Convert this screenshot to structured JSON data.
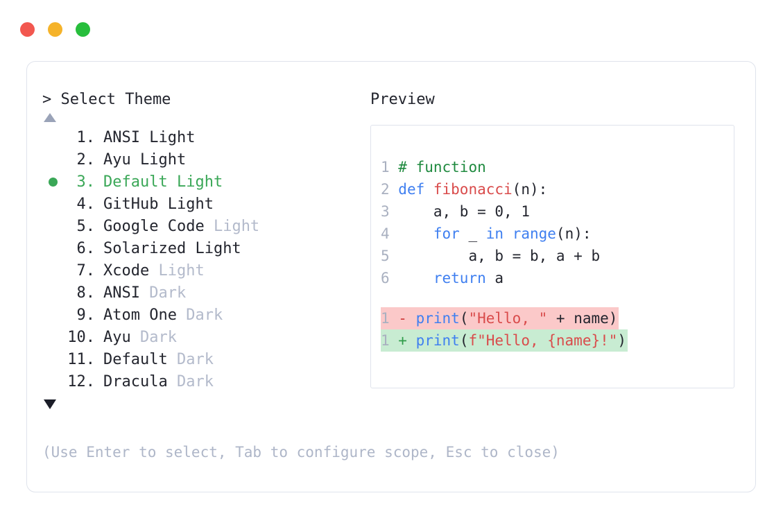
{
  "window": {
    "traffic_lights": [
      {
        "name": "close",
        "color": "#f2574f"
      },
      {
        "name": "minimize",
        "color": "#f5b32a"
      },
      {
        "name": "maximize",
        "color": "#27be3c"
      }
    ]
  },
  "prompt": {
    "symbol": ">",
    "label": "Select Theme",
    "full": "> Select Theme"
  },
  "scroll": {
    "up_arrow": "up-triangle",
    "down_arrow": "down-triangle",
    "up_color": "#9aa3b8",
    "down_color": "#1b1d28"
  },
  "theme_list": {
    "selected_index": 3,
    "selected_color": "#3aa757",
    "muted_color": "#b3bacb",
    "items": [
      {
        "index": "1.",
        "name": "ANSI",
        "variant": "Light",
        "variant_muted": false,
        "selected": false
      },
      {
        "index": "2.",
        "name": "Ayu",
        "variant": "Light",
        "variant_muted": false,
        "selected": false
      },
      {
        "index": "3.",
        "name": "Default",
        "variant": "Light",
        "variant_muted": false,
        "selected": true
      },
      {
        "index": "4.",
        "name": "GitHub",
        "variant": "Light",
        "variant_muted": false,
        "selected": false
      },
      {
        "index": "5.",
        "name": "Google Code",
        "variant": "Light",
        "variant_muted": true,
        "selected": false
      },
      {
        "index": "6.",
        "name": "Solarized",
        "variant": "Light",
        "variant_muted": false,
        "selected": false
      },
      {
        "index": "7.",
        "name": "Xcode",
        "variant": "Light",
        "variant_muted": true,
        "selected": false
      },
      {
        "index": "8.",
        "name": "ANSI",
        "variant": "Dark",
        "variant_muted": true,
        "selected": false
      },
      {
        "index": "9.",
        "name": "Atom One",
        "variant": "Dark",
        "variant_muted": true,
        "selected": false
      },
      {
        "index": "10.",
        "name": "Ayu",
        "variant": "Dark",
        "variant_muted": true,
        "selected": false
      },
      {
        "index": "11.",
        "name": "Default",
        "variant": "Dark",
        "variant_muted": true,
        "selected": false
      },
      {
        "index": "12.",
        "name": "Dracula",
        "variant": "Dark",
        "variant_muted": true,
        "selected": false
      }
    ]
  },
  "footer": {
    "hint": "(Use Enter to select, Tab to configure scope, Esc to close)"
  },
  "preview": {
    "title": "Preview",
    "code_lines": [
      {
        "number": "1",
        "tokens": [
          {
            "text": "# function",
            "style": "comment"
          }
        ]
      },
      {
        "number": "2",
        "tokens": [
          {
            "text": "def ",
            "style": "keyword"
          },
          {
            "text": "fibonacci",
            "style": "func"
          },
          {
            "text": "(n):",
            "style": "plain"
          }
        ]
      },
      {
        "number": "3",
        "tokens": [
          {
            "text": "    a, b = ",
            "style": "plain"
          },
          {
            "text": "0",
            "style": "number"
          },
          {
            "text": ", ",
            "style": "plain"
          },
          {
            "text": "1",
            "style": "number"
          }
        ]
      },
      {
        "number": "4",
        "tokens": [
          {
            "text": "    ",
            "style": "plain"
          },
          {
            "text": "for",
            "style": "keyword"
          },
          {
            "text": " _ ",
            "style": "plain"
          },
          {
            "text": "in",
            "style": "keyword"
          },
          {
            "text": " ",
            "style": "plain"
          },
          {
            "text": "range",
            "style": "builtin"
          },
          {
            "text": "(n):",
            "style": "plain"
          }
        ]
      },
      {
        "number": "5",
        "tokens": [
          {
            "text": "        a, b = b, a + b",
            "style": "plain"
          }
        ]
      },
      {
        "number": "6",
        "tokens": [
          {
            "text": "    ",
            "style": "plain"
          },
          {
            "text": "return",
            "style": "keyword"
          },
          {
            "text": " a",
            "style": "plain"
          }
        ]
      }
    ],
    "diff_lines": [
      {
        "number": "1",
        "marker": "-",
        "kind": "deleted",
        "bg": "#fbc9c9",
        "marker_color": "#d03a3a",
        "tokens": [
          {
            "text": "print",
            "style": "builtin"
          },
          {
            "text": "(",
            "style": "plain"
          },
          {
            "text": "\"Hello, \"",
            "style": "string"
          },
          {
            "text": " + name)",
            "style": "plain"
          }
        ]
      },
      {
        "number": "1",
        "marker": "+",
        "kind": "added",
        "bg": "#c8ecd2",
        "marker_color": "#2f9c49",
        "tokens": [
          {
            "text": "print",
            "style": "builtin"
          },
          {
            "text": "(",
            "style": "plain"
          },
          {
            "text": "f\"Hello, {name}!\"",
            "style": "string"
          },
          {
            "text": ")",
            "style": "plain"
          }
        ]
      }
    ]
  }
}
